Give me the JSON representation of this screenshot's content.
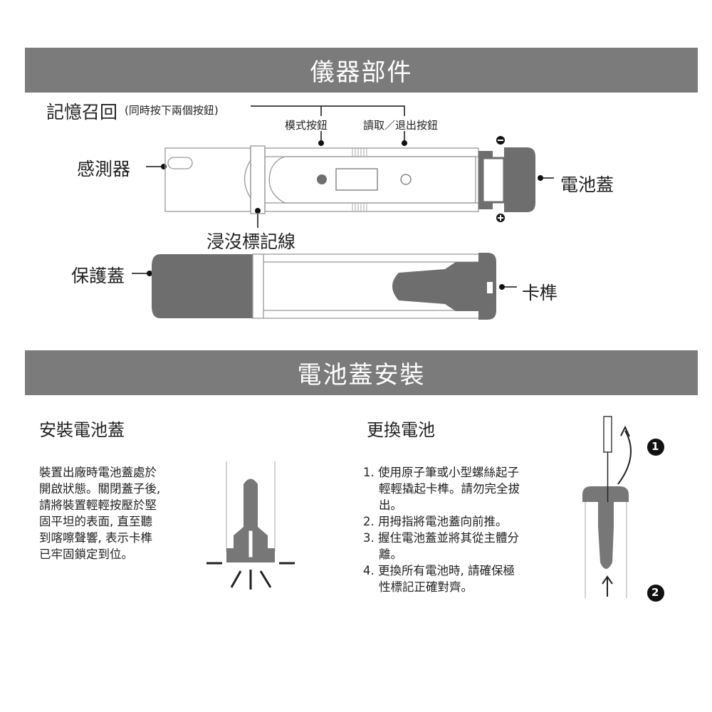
{
  "section1": {
    "title": "儀器部件",
    "memory_recall": "記憶召回",
    "memory_recall_note": "(同時按下兩個按鈕)",
    "mode_button": "模式按鈕",
    "read_exit_button": "讀取／退出按鈕",
    "sensor": "感測器",
    "battery_cover": "電池蓋",
    "immersion_line": "浸沒標記線",
    "protective_cap": "保護蓋",
    "latch": "卡榫"
  },
  "section2": {
    "title": "電池蓋安裝",
    "install": {
      "heading": "安裝電池蓋",
      "lines": [
        "裝置出廠時電池蓋處於",
        "開啟狀態。關閉蓋子後,",
        "請將裝置輕輕按壓於堅",
        "固平坦的表面, 直至聽",
        "到喀嚓聲響, 表示卡榫",
        "已牢固鎖定到位。"
      ]
    },
    "replace": {
      "heading": "更換電池",
      "lines": [
        "1. 使用原子筆或小型螺絲起子",
        "輕輕撬起卡榫。請勿完全拔",
        "出。",
        "2. 用拇指將電池蓋向前推。",
        "3. 握住電池蓋並將其從主體分",
        "離。",
        "4. 更換所有電池時, 請確保極",
        "性標記正確對齊。"
      ],
      "step1": "1",
      "step2": "2"
    }
  },
  "colors": {
    "bar": "#7b7b7b",
    "device": "#6e6e6e"
  }
}
